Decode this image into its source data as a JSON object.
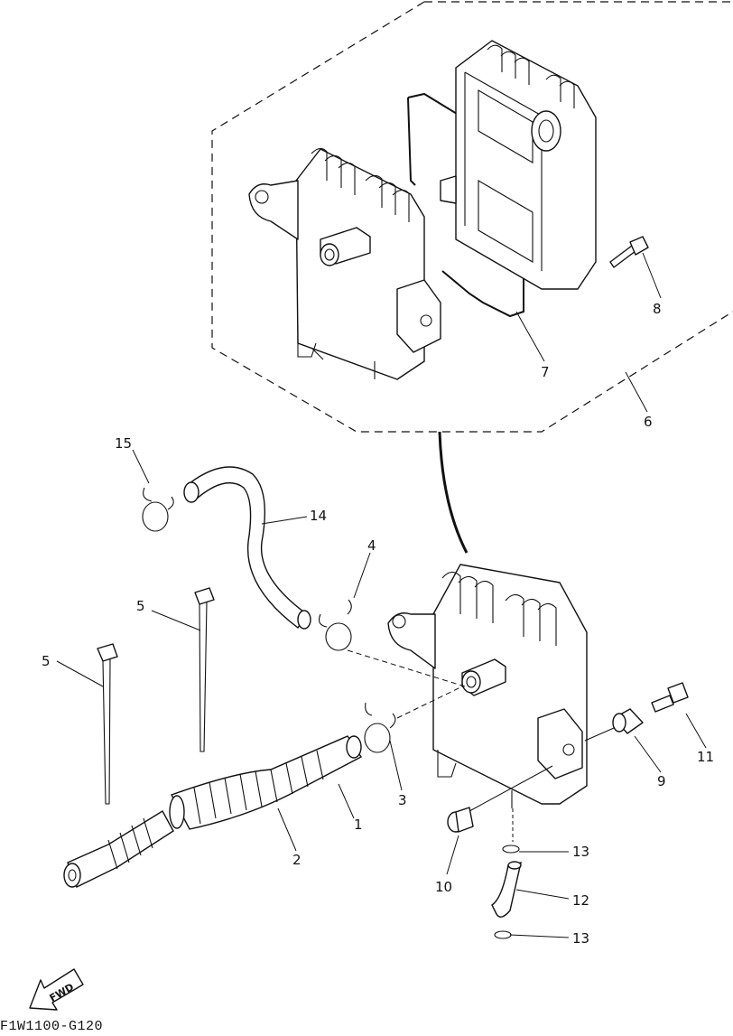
{
  "callouts": {
    "c1": "1",
    "c2": "2",
    "c3": "3",
    "c4": "4",
    "c5a": "5",
    "c5b": "5",
    "c6": "6",
    "c7": "7",
    "c8": "8",
    "c9": "9",
    "c10": "10",
    "c11": "11",
    "c12": "12",
    "c13a": "13",
    "c13b": "13",
    "c14": "14",
    "c15": "15"
  },
  "fwd_arrow": {
    "label": "FWD"
  },
  "drawing_code": "F1W1100-G120"
}
